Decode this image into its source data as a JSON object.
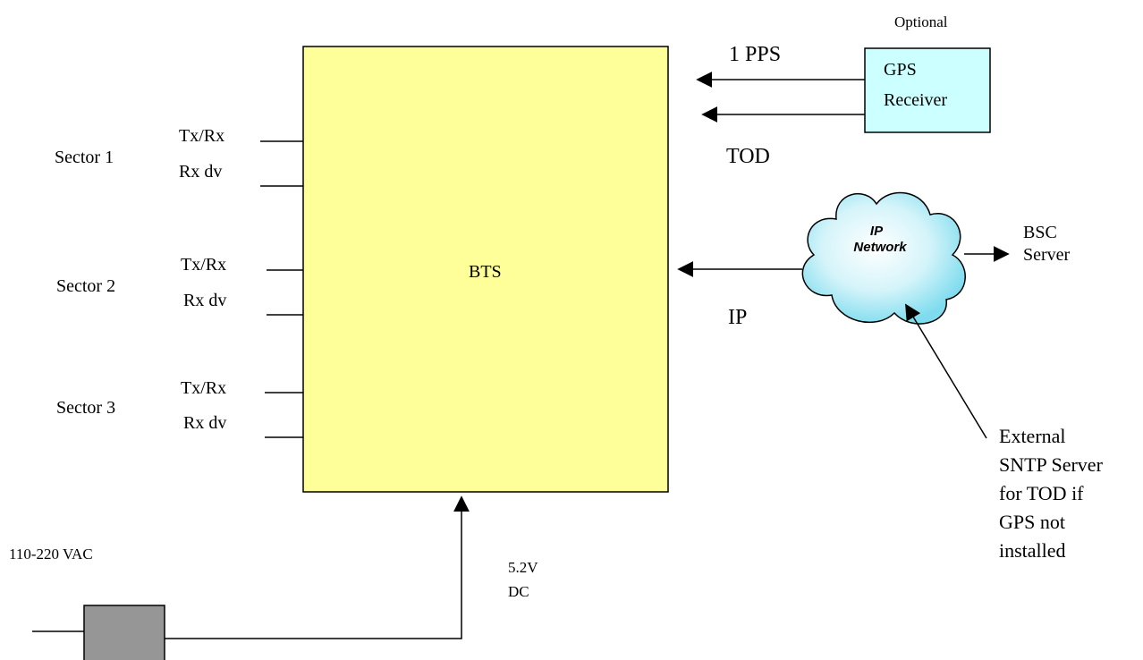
{
  "diagram": {
    "colors": {
      "bts_fill": "#FFFF99",
      "gps_fill": "#CCFFFF",
      "power_fill": "#969696",
      "line": "#000000",
      "cloud_fill": "#99E6F2",
      "cloud_highlight": "#FFFFFF"
    },
    "bts": {
      "label": "BTS"
    },
    "gps": {
      "optional_note": "Optional",
      "line1": "GPS",
      "line2": "Receiver"
    },
    "signals": {
      "pps": "1 PPS",
      "tod": "TOD",
      "ip": "IP"
    },
    "network": {
      "line1": "IP",
      "line2": "Network"
    },
    "bsc": {
      "line1": "BSC",
      "line2": "Server"
    },
    "sntp_note": {
      "line1": "External",
      "line2": "SNTP Server",
      "line3": "for TOD if",
      "line4": "GPS not",
      "line5": "installed"
    },
    "sectors": [
      {
        "name": "Sector 1",
        "port_a": "Tx/Rx",
        "port_b": "Rx dv"
      },
      {
        "name": "Sector 2",
        "port_a": "Tx/Rx",
        "port_b": "Rx dv"
      },
      {
        "name": "Sector 3",
        "port_a": "Tx/Rx",
        "port_b": "Rx dv"
      }
    ],
    "power": {
      "ac_label": "110-220 VAC",
      "dc_line1": "5.2V",
      "dc_line2": "DC"
    }
  }
}
